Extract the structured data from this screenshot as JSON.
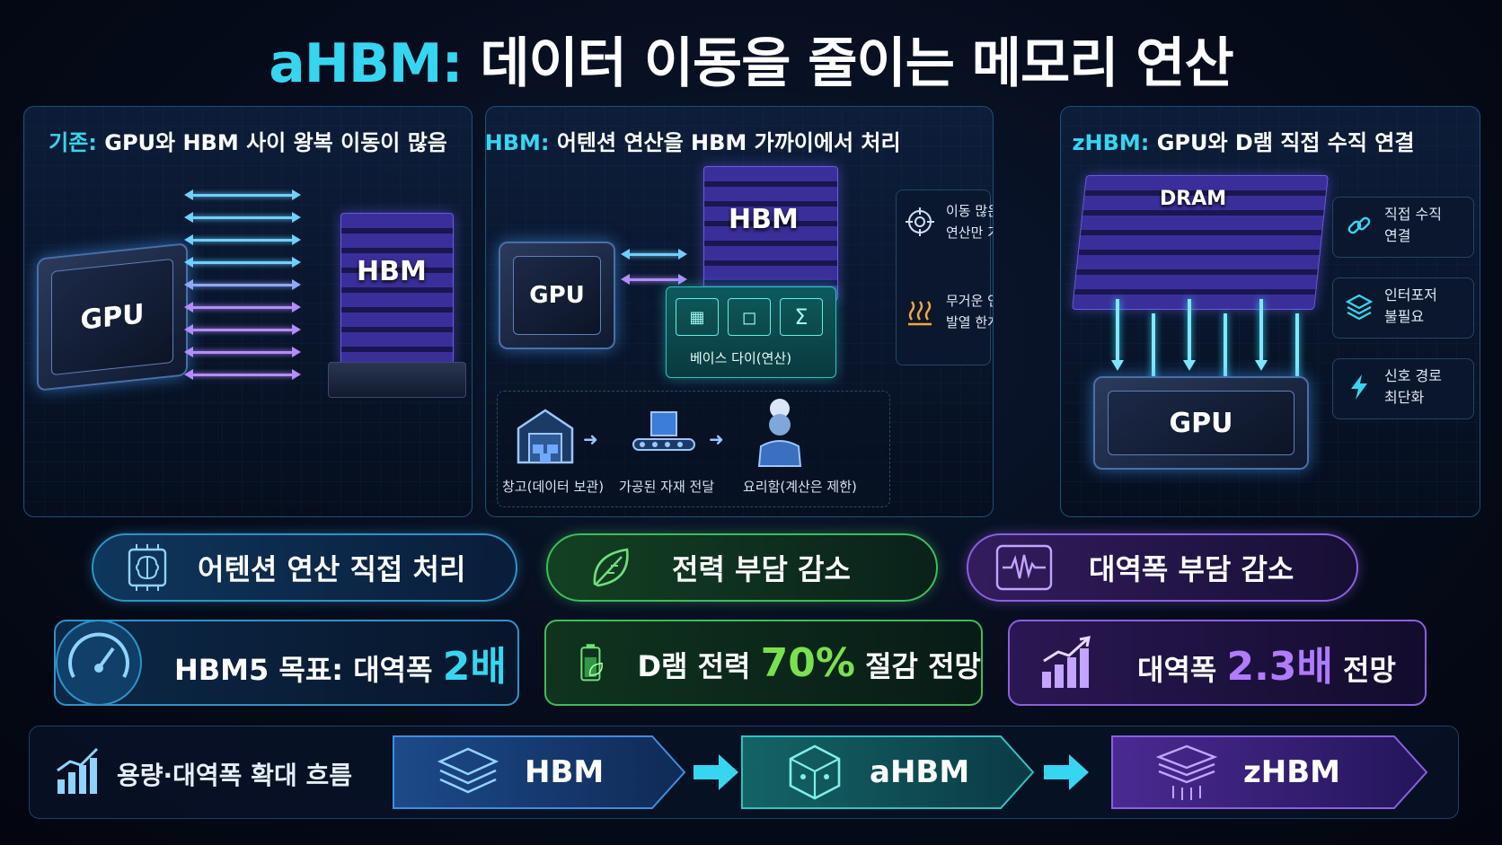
{
  "title": {
    "accent": "aHBM:",
    "rest": "데이터 이동을 줄이는 메모리 연산"
  },
  "panels": [
    {
      "key": "기존:",
      "text": "GPU와 HBM 사이 왕복 이동이 많음",
      "chip_label": "GPU",
      "stack_label": "HBM"
    },
    {
      "key": "aHBM:",
      "text": "어텐션 연산을 HBM 가까이에서 처리",
      "chip_label": "GPU",
      "stack_label": "HBM",
      "base_die_label": "베이스 다이(연산)",
      "side_items": [
        {
          "icon": "target-icon",
          "text": "이동 많은\n연산만 가까이"
        },
        {
          "icon": "heat-icon",
          "text": "무거운 연산은\n발열 한계"
        }
      ],
      "flow": [
        {
          "icon": "warehouse-icon",
          "label": "창고(데이터 보관)"
        },
        {
          "icon": "conveyor-icon",
          "label": "가공된 자재 전달"
        },
        {
          "icon": "chef-icon",
          "label": "요리함(계산은 제한)"
        }
      ]
    },
    {
      "key": "zHBM:",
      "text": "GPU와 D램 직접 수직 연결",
      "stack_label": "DRAM",
      "chip_label": "GPU",
      "side_items": [
        {
          "icon": "link-icon",
          "text": "직접 수직\n연결"
        },
        {
          "icon": "layers-icon",
          "text": "인터포저\n불필요"
        },
        {
          "icon": "lightning-icon",
          "text": "신호 경로\n최단화"
        }
      ]
    }
  ],
  "pills": [
    {
      "icon": "brain-chip-icon",
      "label": "어텐션 연산 직접 처리",
      "color": "#2d93c9"
    },
    {
      "icon": "leaf-icon",
      "label": "전력 부담 감소",
      "color": "#3fbd5a"
    },
    {
      "icon": "waveform-icon",
      "label": "대역폭 부담 감소",
      "color": "#8b5fe0"
    }
  ],
  "stats": [
    {
      "icon": "speedometer-icon",
      "prefix": "HBM5 목표: 대역폭 ",
      "value": "2배",
      "suffix": "",
      "value_color": "#37d6f0"
    },
    {
      "icon": "battery-leaf-icon",
      "prefix": "D램 전력 ",
      "value": "70%",
      "suffix": " 절감 전망",
      "value_color": "#7be04f"
    },
    {
      "icon": "bar-growth-icon",
      "prefix": "대역폭 ",
      "value": "2.3배",
      "suffix": " 전망",
      "value_color": "#b07bff"
    }
  ],
  "bottom": {
    "icon": "growth-chart-icon",
    "label": "용량·대역폭 확대 흐름",
    "steps": [
      {
        "icon": "layers-icon",
        "label": "HBM"
      },
      {
        "icon": "cube-icon",
        "label": "aHBM"
      },
      {
        "icon": "stack-down-icon",
        "label": "zHBM"
      }
    ]
  }
}
